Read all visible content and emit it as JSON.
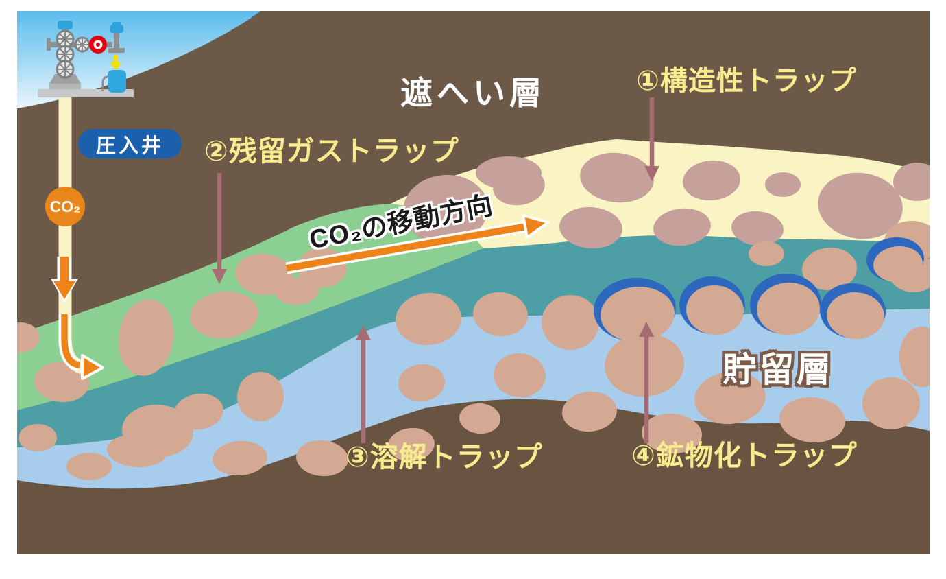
{
  "diagram": {
    "scene": "CO2 geological storage cross-section with trapping mechanisms",
    "surface": {
      "injection_well_label": "圧入井",
      "co2_badge": "CO₂"
    },
    "layers": {
      "cap_rock_label": "遮へい層",
      "reservoir_label": "貯留層"
    },
    "flow": {
      "co2_direction_label": "CO₂の移動方向"
    },
    "traps": [
      {
        "id": 1,
        "label": "①構造性トラップ"
      },
      {
        "id": 2,
        "label": "②残留ガストラップ"
      },
      {
        "id": 3,
        "label": "③溶解トラップ"
      },
      {
        "id": 4,
        "label": "④鉱物化トラップ"
      }
    ],
    "colors": {
      "sky_top": "#5CBBEB",
      "sky_bottom": "#E9F6FD",
      "overburden_brown": "#6C5948",
      "bedrock_brown": "#695442",
      "cap_layer_cream": "#FAF3C4",
      "residual_gas_green": "#8CCF93",
      "reservoir_teal": "#4E9EA5",
      "aquifer_light_blue": "#A8CCEC",
      "rock_tan": "#D4A993",
      "rock_cream_zone": "#C6A09B",
      "mineral_blue_outline": "#2E68BE",
      "arrow_orange": "#EE8419",
      "pointer_mauve": "#A76B72",
      "label_yellow": "#F6EB8D",
      "well_pill_blue": "#1B60AD",
      "co2_circle_orange": "#E8861C",
      "pipe_cream": "#F8F2C6",
      "tank_blue": "#2FA8DD",
      "valve_red": "#E50012",
      "rig_gray": "#8E8F90"
    }
  }
}
